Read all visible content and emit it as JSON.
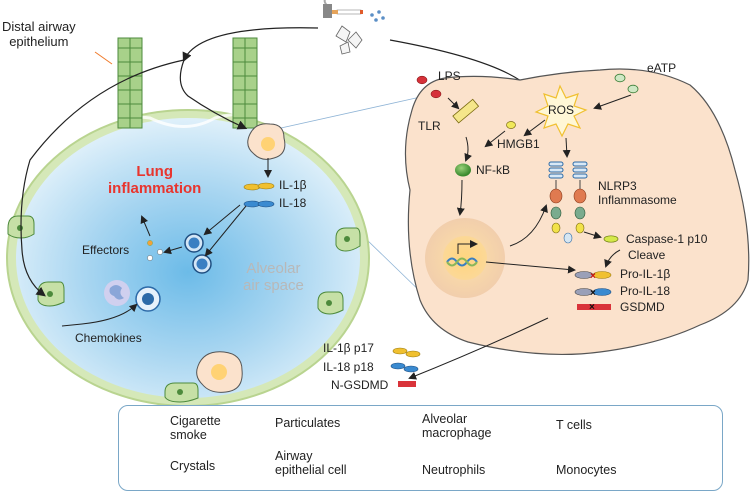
{
  "labels": {
    "distal_airway": "Distal airway\nepithelium",
    "lung_inflammation": "Lung\ninflammation",
    "il1b": "IL-1β",
    "il18": "IL-18",
    "effectors": "Effectors",
    "alveolar_air_space": "Alveolar\nair space",
    "chemokines": "Chemokines",
    "lps": "LPS",
    "eatp": "eATP",
    "tlr": "TLR",
    "hmgb1": "HMGB1",
    "ros": "ROS",
    "nfkb": "NF-kB",
    "nlrp3": "NLRP3\nInflammasome",
    "caspase": "Caspase-1 p10",
    "cleave": "Cleave",
    "pro_il1b": "Pro-IL-1β",
    "pro_il18": "Pro-IL-18",
    "gsdmd": "GSDMD",
    "il1b_p17": "IL-1β p17",
    "il18_p18": "IL-18 p18",
    "n_gsdmd": "N-GSDMD"
  },
  "legend": {
    "cigarette_smoke": "Cigarette\nsmoke",
    "particulates": "Particulates",
    "alveolar_macrophage": "Alveolar\nmacrophage",
    "t_cells": "T cells",
    "crystals": "Crystals",
    "airway_epithelial": "Airway\nepithelial cell",
    "neutrophils": "Neutrophils",
    "monocytes": "Monocytes"
  },
  "colors": {
    "alveolus_fill": "#c3e1f4",
    "alveolus_border": "#c6dda6",
    "cell_fill": "#fbe2cc",
    "accent_red": "#e8352e",
    "il1b_yellow": "#f0c030",
    "il18_blue": "#3a8ad0",
    "legend_border": "#7aa7c7"
  }
}
